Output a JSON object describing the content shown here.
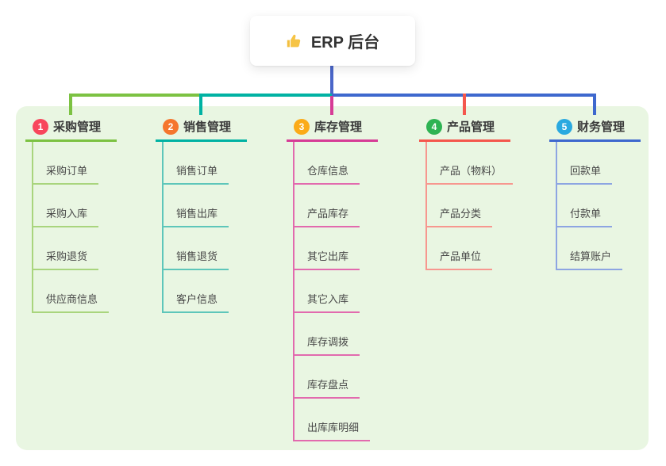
{
  "root": {
    "icon": "thumbs-up-icon",
    "label": "ERP 后台"
  },
  "colors": {
    "root_line": "#4a66c9",
    "panel_bg": "#e9f6e2",
    "root_node_bg": "#ffffff"
  },
  "branches": [
    {
      "num": "1",
      "label": "采购管理",
      "badge_color": "#f8465c",
      "line_color": "#7cc242",
      "child_line_color": "#a9d57d",
      "children": [
        "采购订单",
        "采购入库",
        "采购退货",
        "供应商信息"
      ]
    },
    {
      "num": "2",
      "label": "销售管理",
      "badge_color": "#f5762e",
      "line_color": "#00b2a3",
      "child_line_color": "#5ec6ba",
      "children": [
        "销售订单",
        "销售出库",
        "销售退货",
        "客户信息"
      ]
    },
    {
      "num": "3",
      "label": "库存管理",
      "badge_color": "#fbab19",
      "line_color": "#d63c96",
      "child_line_color": "#e26aae",
      "children": [
        "仓库信息",
        "产品库存",
        "其它出库",
        "其它入库",
        "库存调拨",
        "库存盘点",
        "出库库明细"
      ]
    },
    {
      "num": "4",
      "label": "产品管理",
      "badge_color": "#2eb353",
      "line_color": "#f4574d",
      "child_line_color": "#f7978f",
      "children": [
        "产品（物料）",
        "产品分类",
        "产品单位"
      ]
    },
    {
      "num": "5",
      "label": "财务管理",
      "badge_color": "#29a9e0",
      "line_color": "#3e68ce",
      "child_line_color": "#8da5e2",
      "children": [
        "回款单",
        "付款单",
        "结算账户"
      ]
    }
  ]
}
